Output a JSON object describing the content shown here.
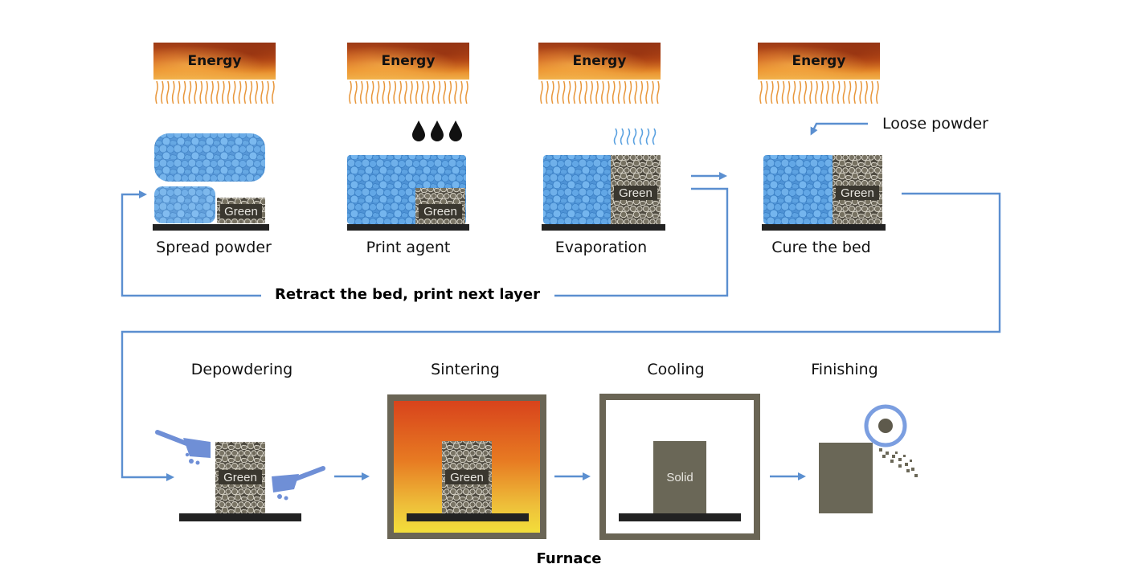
{
  "energy_label": "Energy",
  "stages_top": [
    {
      "label": "Spread powder",
      "part": "Green"
    },
    {
      "label": "Print agent",
      "part": "Green"
    },
    {
      "label": "Evaporation",
      "part": "Green"
    },
    {
      "label": "Cure the bed",
      "part": "Green"
    }
  ],
  "loose_powder_label": "Loose powder",
  "loop_label": "Retract the bed, print next layer",
  "stages_bottom": [
    {
      "label": "Depowdering",
      "part": "Green"
    },
    {
      "label": "Sintering",
      "part": "Green"
    },
    {
      "label": "Cooling",
      "part": "Solid"
    },
    {
      "label": "Finishing"
    }
  ],
  "furnace_label": "Furnace",
  "colors": {
    "arrow": "#5b8fd0",
    "powder": "#5aa1e0",
    "green_part": "#6b665a",
    "base": "#222222",
    "furnace_frame": "#6a6555",
    "solid": "#6a6757"
  }
}
